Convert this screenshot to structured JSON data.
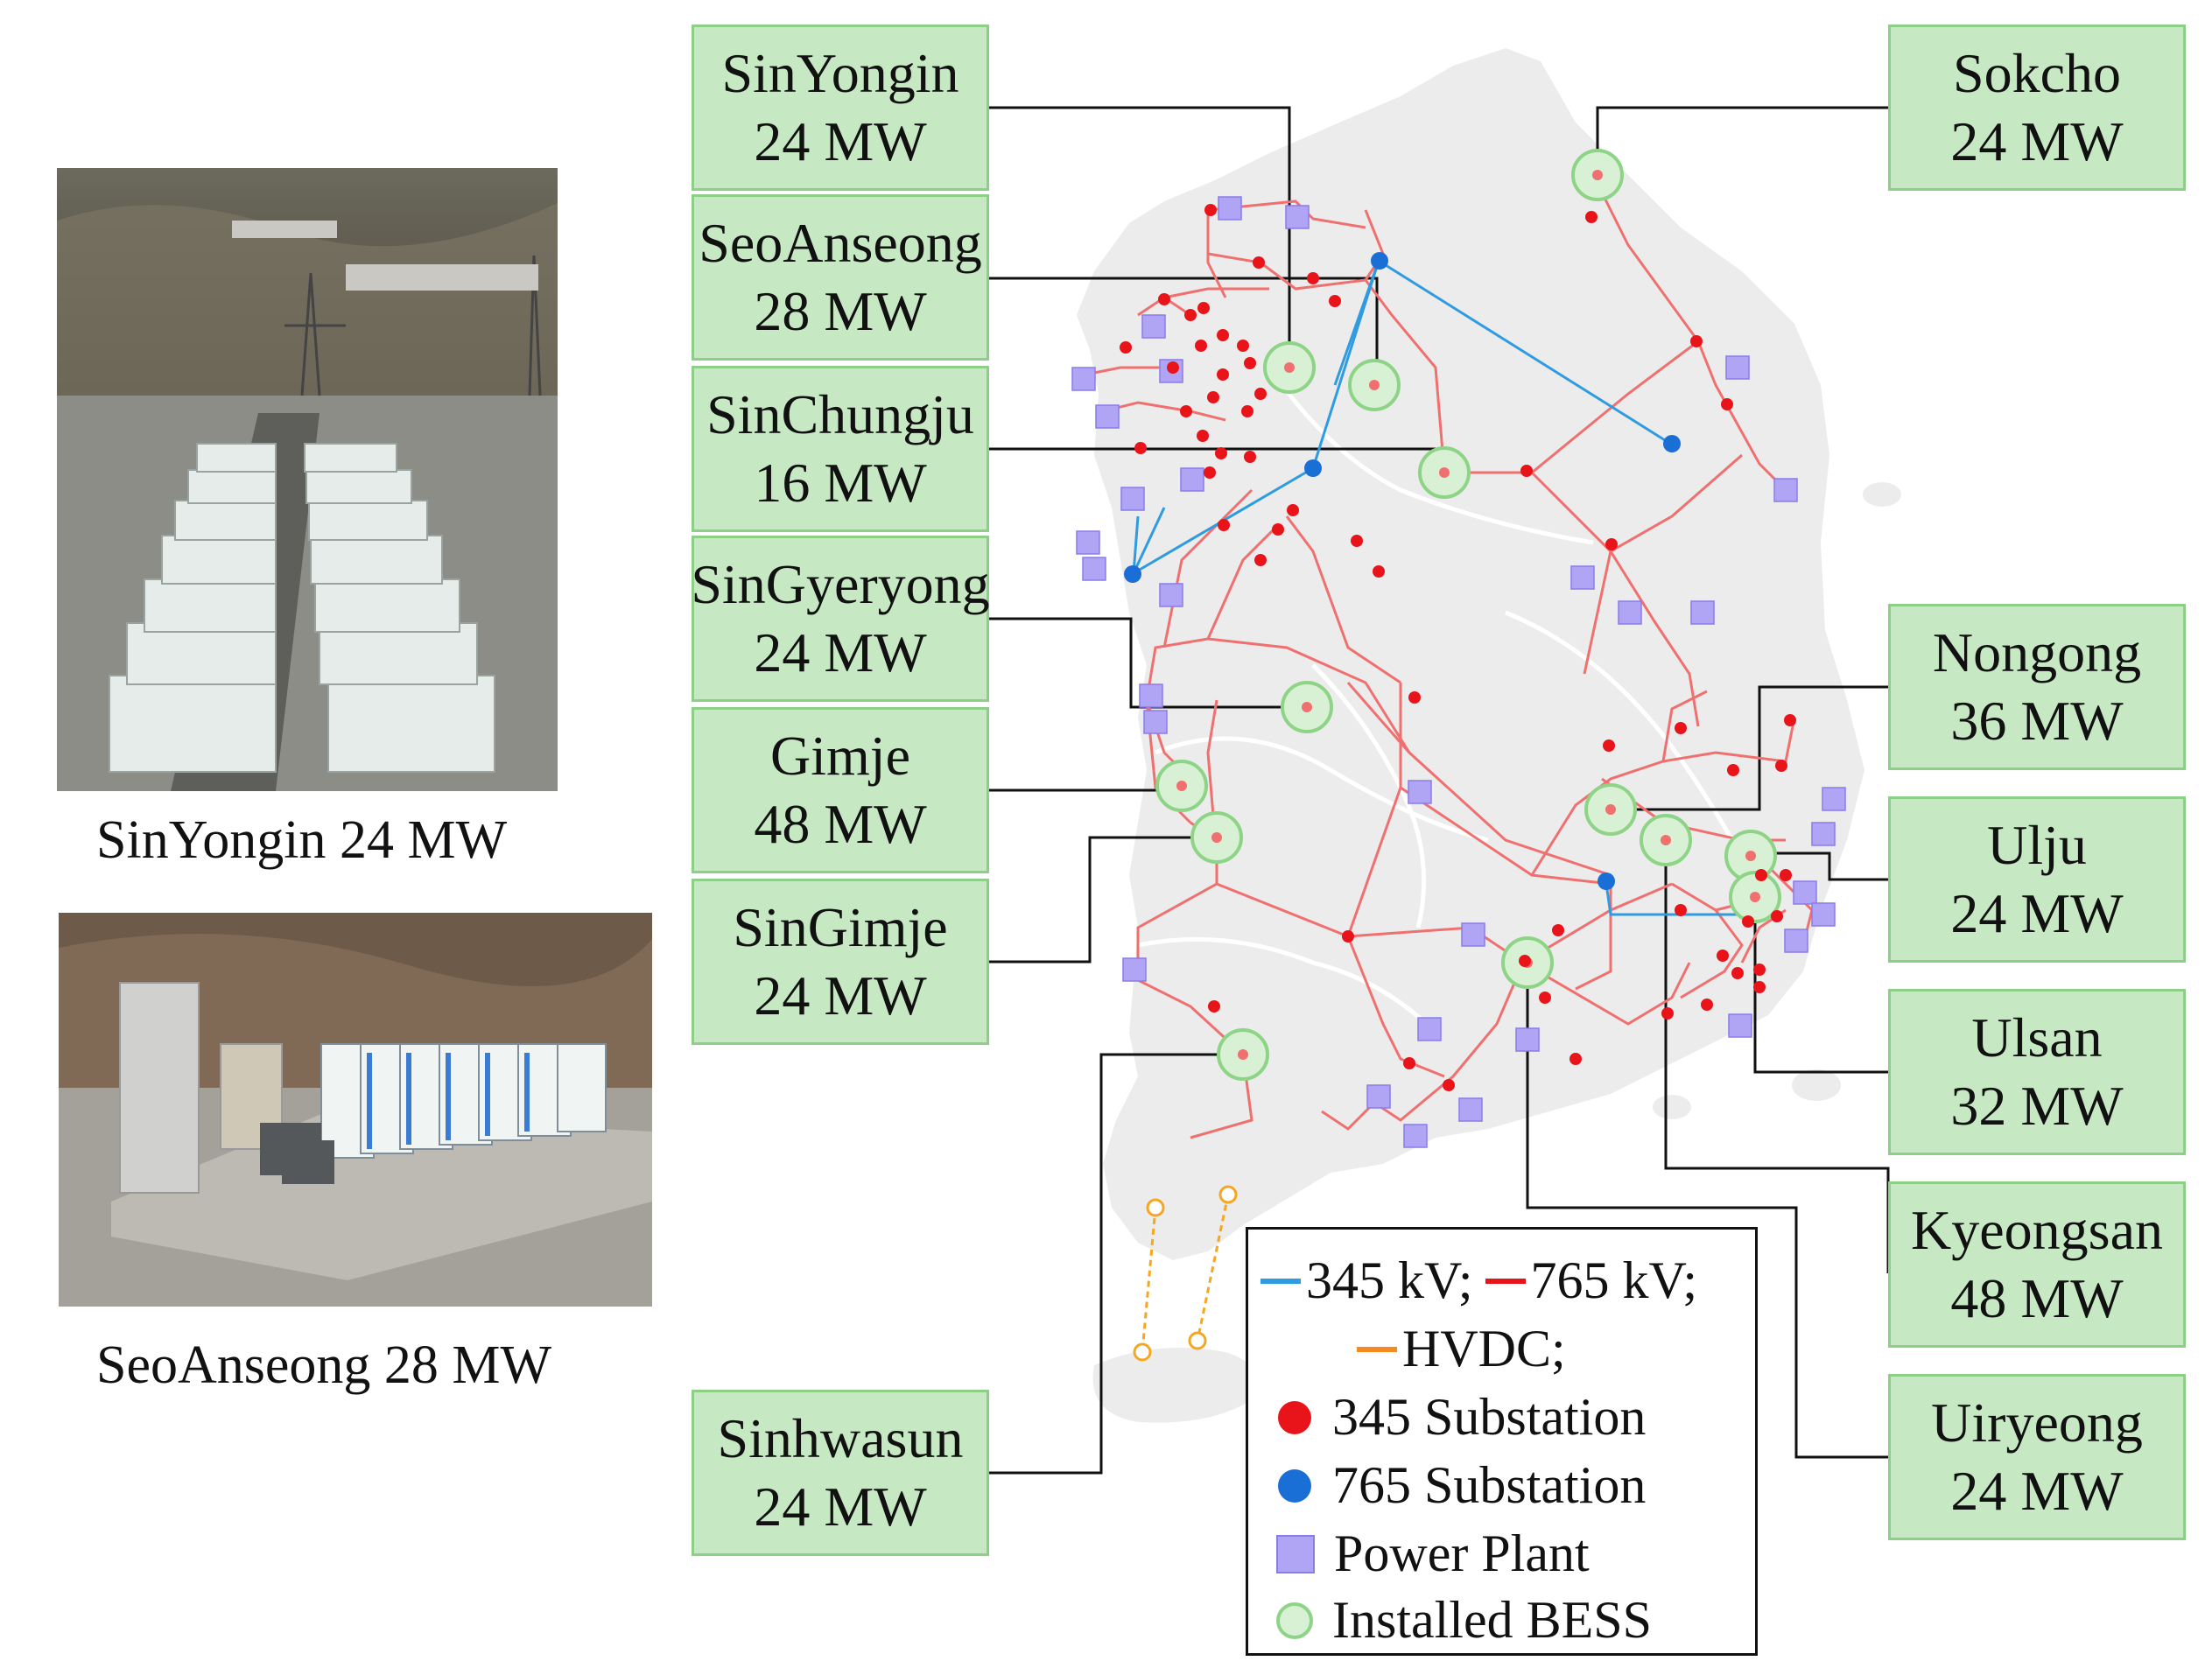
{
  "photos": [
    {
      "caption": "SinYongin 24 MW"
    },
    {
      "caption": "SeoAnseong 28 MW"
    }
  ],
  "sites": [
    {
      "name": "SinYongin",
      "capacity": "24 MW"
    },
    {
      "name": "SeoAnseong",
      "capacity": "28 MW"
    },
    {
      "name": "SinChungju",
      "capacity": "16 MW"
    },
    {
      "name": "SinGyeryong",
      "capacity": "24 MW"
    },
    {
      "name": "Gimje",
      "capacity": "48 MW"
    },
    {
      "name": "SinGimje",
      "capacity": "24 MW"
    },
    {
      "name": "Sinhwasun",
      "capacity": "24 MW"
    },
    {
      "name": "Sokcho",
      "capacity": "24 MW"
    },
    {
      "name": "Nongong",
      "capacity": "36 MW"
    },
    {
      "name": "Ulju",
      "capacity": "24 MW"
    },
    {
      "name": "Ulsan",
      "capacity": "32 MW"
    },
    {
      "name": "Kyeongsan",
      "capacity": "48 MW"
    },
    {
      "name": "Uiryeong",
      "capacity": "24 MW"
    }
  ],
  "legend": {
    "kv345": "345 kV;",
    "kv765": "765 kV;",
    "hvdc": "HVDC;",
    "sub345": "345 Substation",
    "sub765": "765 Substation",
    "plant": "Power Plant",
    "bess": "Installed BESS"
  },
  "colors": {
    "line_345kv": "#2f9be0",
    "line_765kv": "#f07070",
    "hvdc": "#f5a623",
    "substation_345": "#e8141a",
    "substation_765": "#1a6fd6",
    "power_plant": "#b0a4f5",
    "bess_fill": "#d8f0d4",
    "bess_stroke": "#8ed486",
    "label_box": "#c6e8c3",
    "landmass": "#ececec"
  }
}
